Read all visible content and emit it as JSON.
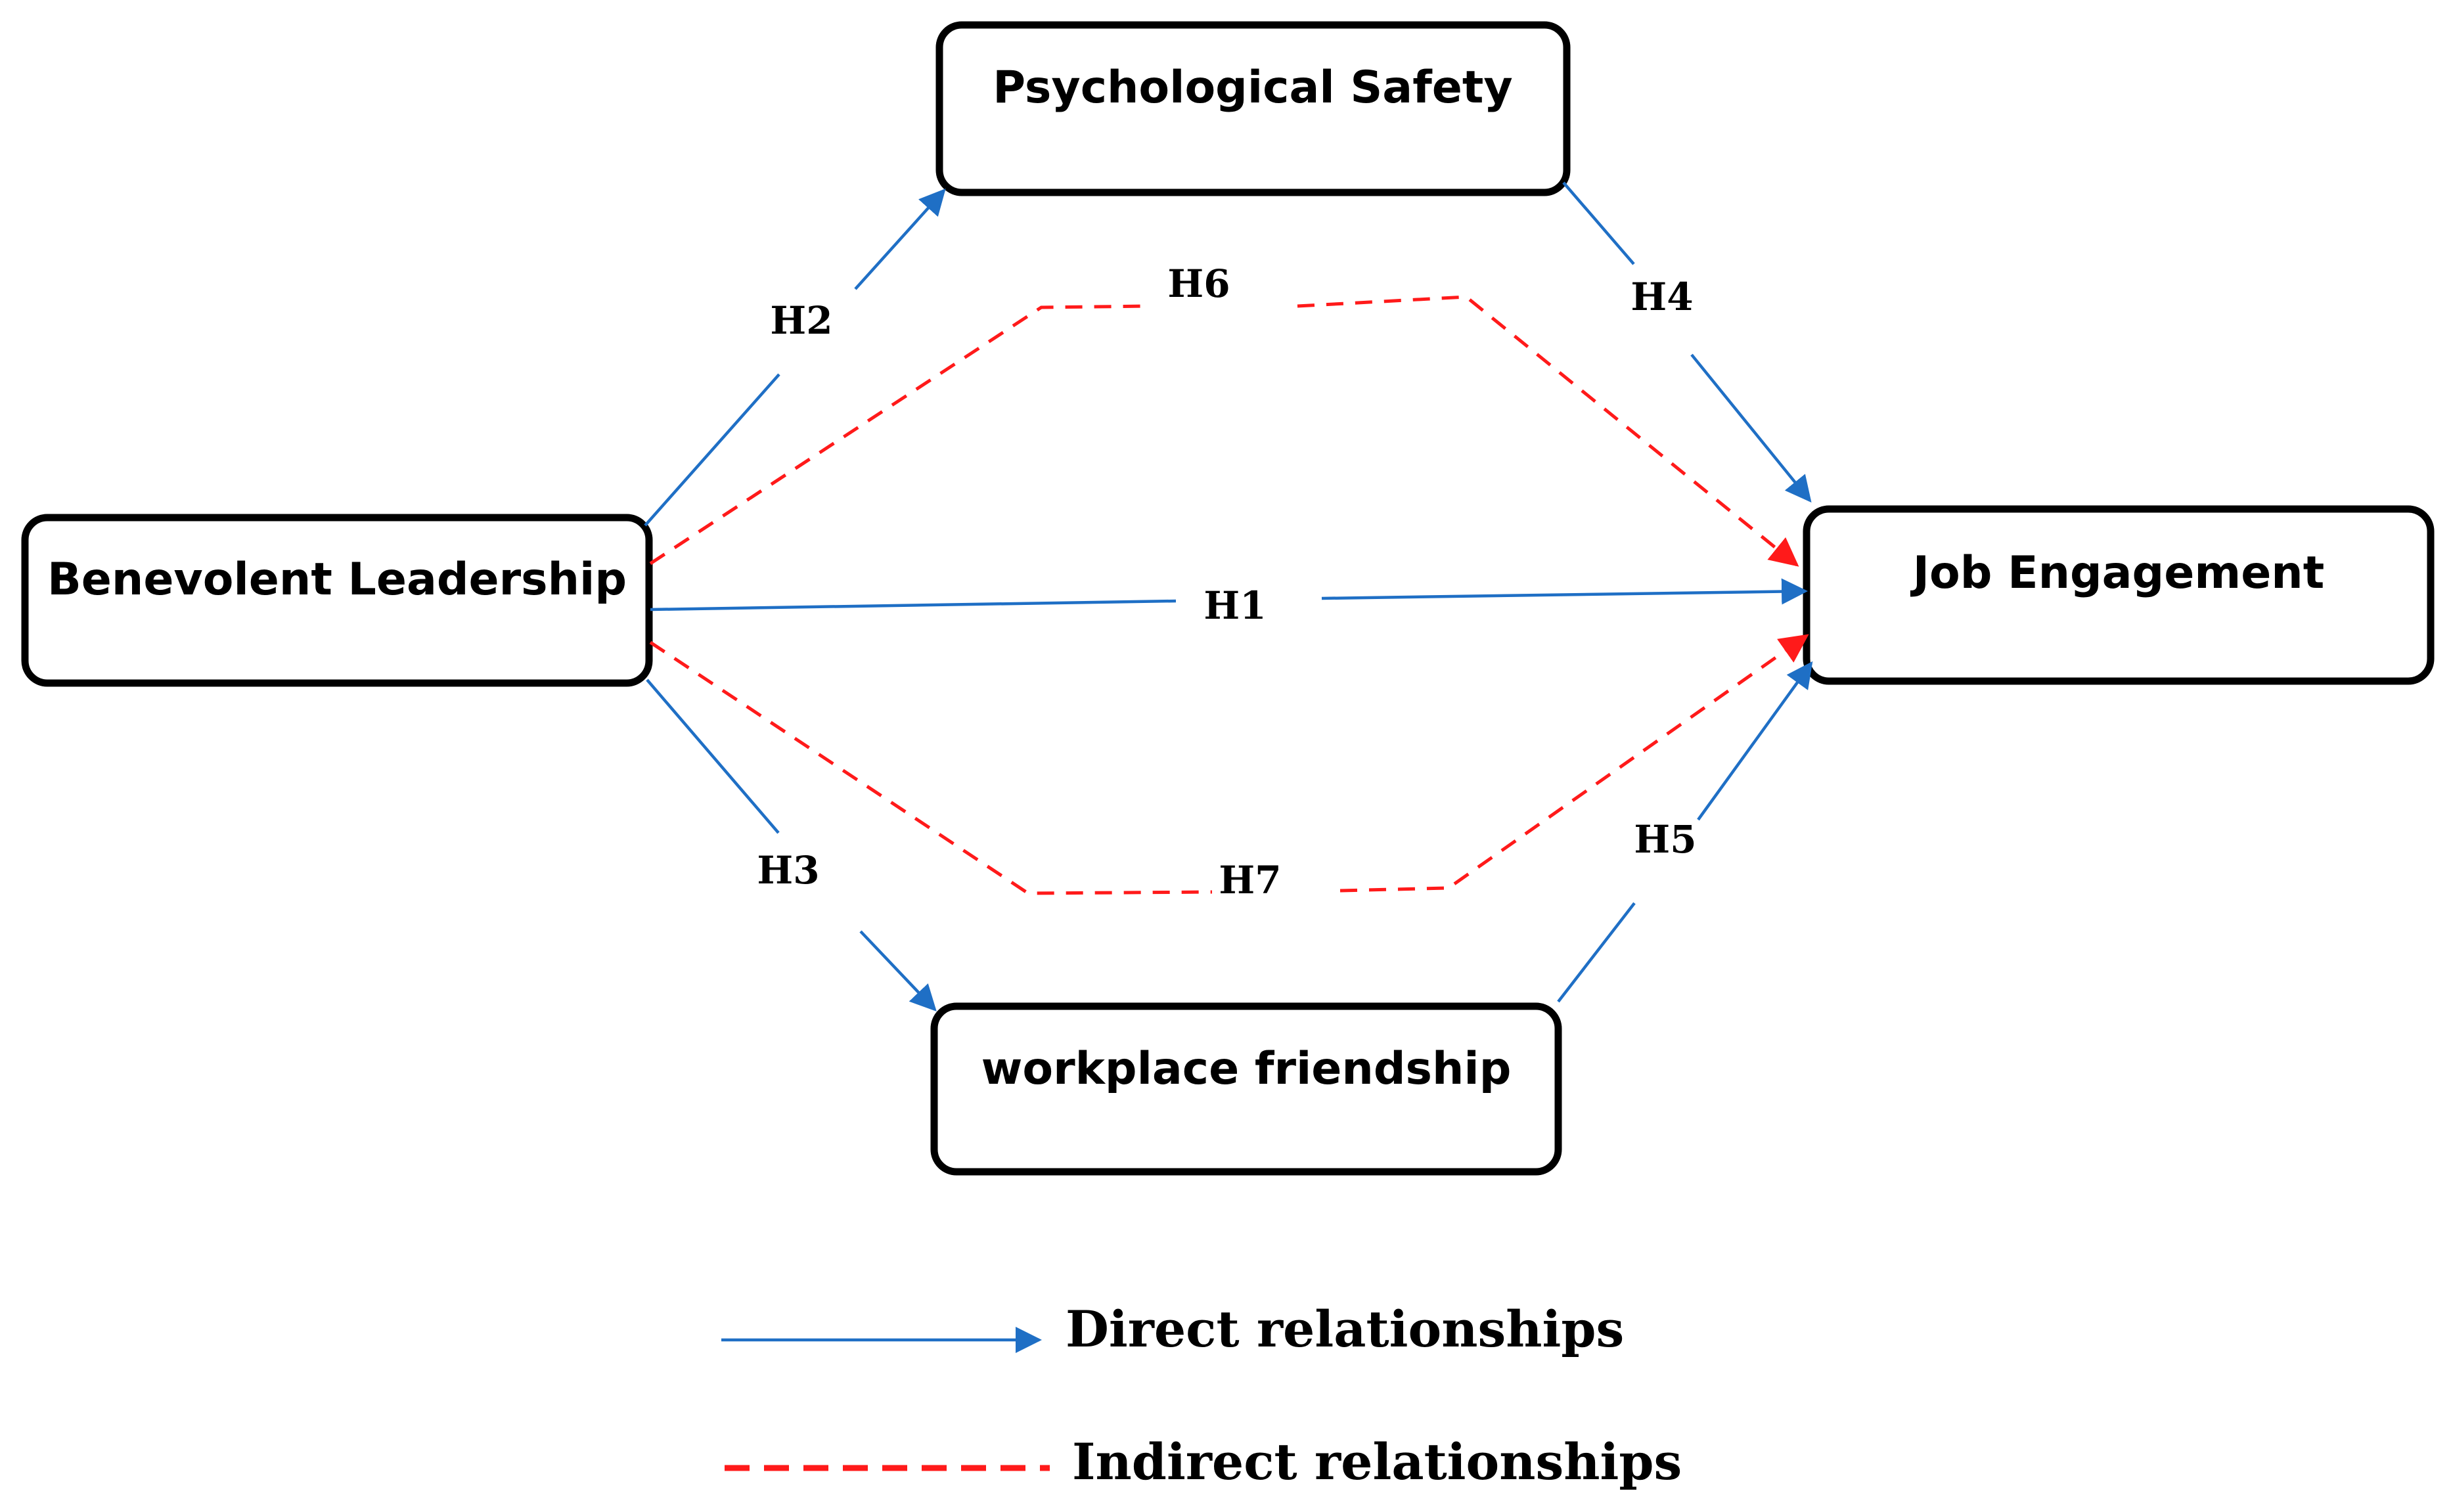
{
  "boxes": {
    "psychological_safety": "Psychological Safety",
    "benevolent_leadership": "Benevolent Leadership",
    "job_engagement": "Job Engagement",
    "workplace_friendship": "workplace friendship"
  },
  "hypotheses": {
    "h1": "H1",
    "h2": "H2",
    "h3": "H3",
    "h4": "H4",
    "h5": "H5",
    "h6": "H6",
    "h7": "H7"
  },
  "legend": {
    "direct": "Direct relationships",
    "indirect": "Indirect relationships"
  },
  "colors": {
    "direct": "#1f6fc5",
    "indirect": "#ff1a1a",
    "box_border": "#000000"
  }
}
